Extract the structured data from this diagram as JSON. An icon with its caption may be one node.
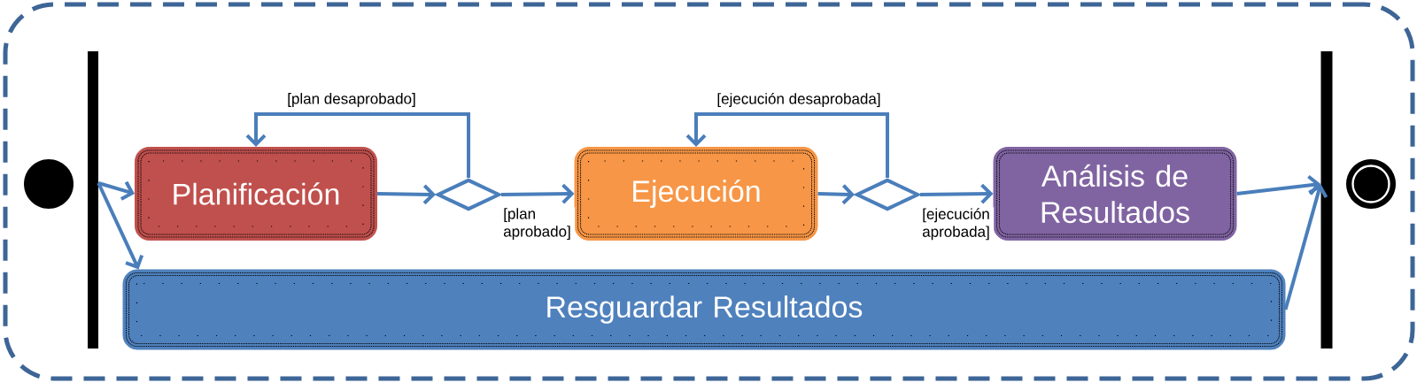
{
  "diagram": {
    "nodes": [
      {
        "text": [],
        "shape": "box"
      },
      {
        "text": [],
        "shape": "circle",
        "in": 0
      },
      {
        "text": [],
        "shape": "bar",
        "in": 0
      },
      {
        "text": [
          "Planificación"
        ],
        "in": 0
      },
      {
        "text": [],
        "shape": "diamond",
        "in": 0
      },
      {
        "text": [
          "Ejecución"
        ],
        "in": 0
      },
      {
        "text": [],
        "shape": "diamond",
        "in": 0
      },
      {
        "text": [
          "Análisis de Resultados"
        ],
        "in": 0
      },
      {
        "text": [
          "Resguardar Resultados"
        ],
        "in": 0
      },
      {
        "text": [],
        "shape": "bar",
        "in": 0
      },
      {
        "text": [],
        "shape": "circle",
        "in": 0
      }
    ],
    "edges": [
      {
        "from": 2,
        "to": 3,
        "arrow": "to"
      },
      {
        "from": 2,
        "to": 8,
        "arrow": "to"
      },
      {
        "from": 3,
        "to": 4,
        "arrow": "to"
      },
      {
        "from": 4,
        "to": 3,
        "arrow": "to",
        "label": "[plan desaprobado]"
      },
      {
        "from": 4,
        "to": 5,
        "arrow": "to",
        "label": "[plan aprobado]"
      },
      {
        "from": 5,
        "to": 6,
        "arrow": "to"
      },
      {
        "from": 6,
        "to": 5,
        "arrow": "to",
        "label": "[ejecución desaprobada]"
      },
      {
        "from": 6,
        "to": 7,
        "arrow": "to",
        "label": "[ejecución aprobada]"
      },
      {
        "from": 7,
        "to": 9,
        "arrow": "to"
      },
      {
        "from": 8,
        "to": 9,
        "arrow": "to"
      }
    ]
  }
}
